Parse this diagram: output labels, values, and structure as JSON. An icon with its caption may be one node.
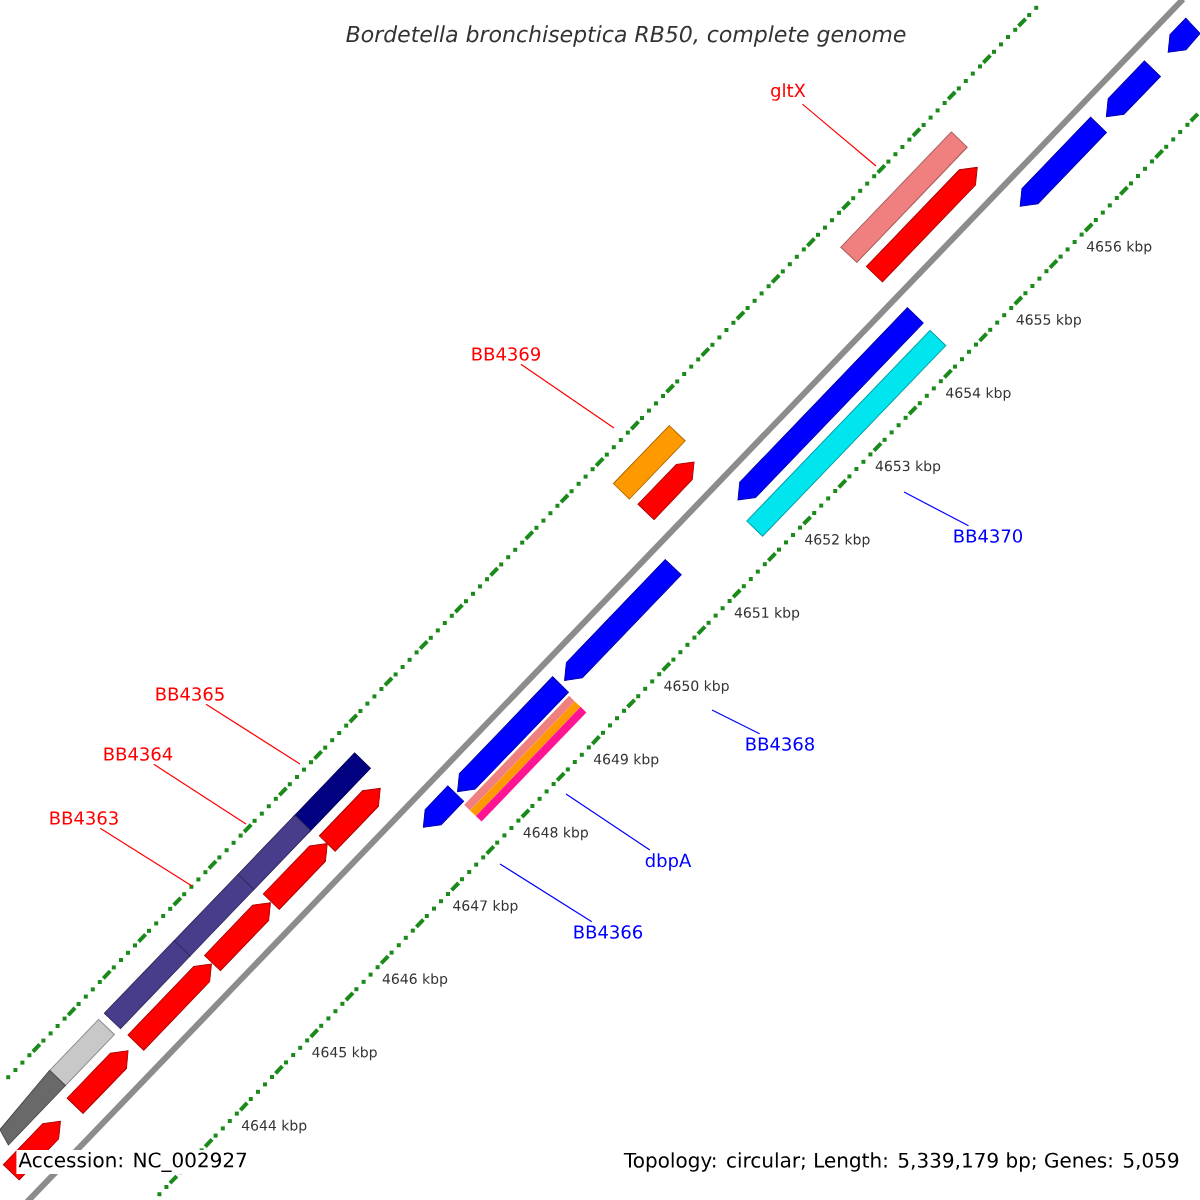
{
  "diagram": {
    "title": "Bordetella bronchiseptica RB50, complete genome",
    "nodes": [
      {
        "text": [
          "gltX"
        ]
      },
      {
        "text": [
          "BB4369"
        ]
      },
      {
        "text": [
          "BB4370"
        ]
      },
      {
        "text": [
          "BB4368"
        ]
      },
      {
        "text": [
          "dbpA"
        ]
      },
      {
        "text": [
          "BB4366"
        ]
      },
      {
        "text": [
          "BB4365"
        ]
      },
      {
        "text": [
          "BB4364"
        ]
      },
      {
        "text": [
          "BB4363"
        ]
      }
    ],
    "edges": [
      {
        "from": 0,
        "to": null,
        "arrow": "none"
      },
      {
        "from": 1,
        "to": null,
        "arrow": "none"
      },
      {
        "from": 2,
        "to": null,
        "arrow": "none",
        "color": "#0000ff"
      },
      {
        "from": 3,
        "to": null,
        "arrow": "none",
        "color": "#0000ff"
      },
      {
        "from": 4,
        "to": null,
        "arrow": "none",
        "color": "#0000ff"
      },
      {
        "from": 5,
        "to": null,
        "arrow": "none",
        "color": "#0000ff"
      },
      {
        "from": 6,
        "to": null,
        "arrow": "none"
      },
      {
        "from": 7,
        "to": null,
        "arrow": "none"
      },
      {
        "from": 8,
        "to": null,
        "arrow": "none"
      }
    ],
    "labels": [
      "4644 kbp",
      "4645 kbp",
      "4646 kbp",
      "4647 kbp",
      "4648 kbp",
      "4649 kbp",
      "4650 kbp",
      "4651 kbp",
      "4652 kbp",
      "4653 kbp",
      "4654 kbp",
      "4655 kbp",
      "4656 kbp",
      "Accession: NC_002927",
      "Topology: circular; Length: 5,339,179 bp; Genes: 5,059"
    ]
  }
}
